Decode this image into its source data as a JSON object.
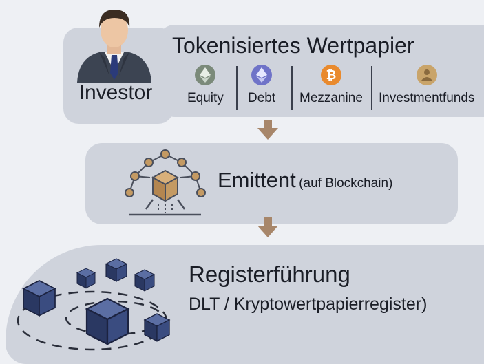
{
  "investor": {
    "label": "Investor"
  },
  "security": {
    "title": "Tokenisiertes Wertpapier",
    "types": [
      {
        "label": "Equity",
        "icon": "ethereum-icon",
        "color": "#7b8a7a"
      },
      {
        "label": "Debt",
        "icon": "ethereum-icon",
        "color": "#6f73c8"
      },
      {
        "label": "Mezzanine",
        "icon": "bitcoin-icon",
        "color": "#e98a2e"
      },
      {
        "label": "Investmentfunds",
        "icon": "fund-icon",
        "color": "#c9a46a"
      }
    ]
  },
  "issuer": {
    "title": "Emittent",
    "subtitle": "(auf Blockchain)"
  },
  "registry": {
    "title": "Registerführung",
    "subtitle": "DLT / Kryptowertpapierregister)"
  },
  "colors": {
    "panel": "#cfd3dc",
    "arrow": "#a7866a",
    "cube_dark": "#2f3d66",
    "box": "#c49a63"
  }
}
